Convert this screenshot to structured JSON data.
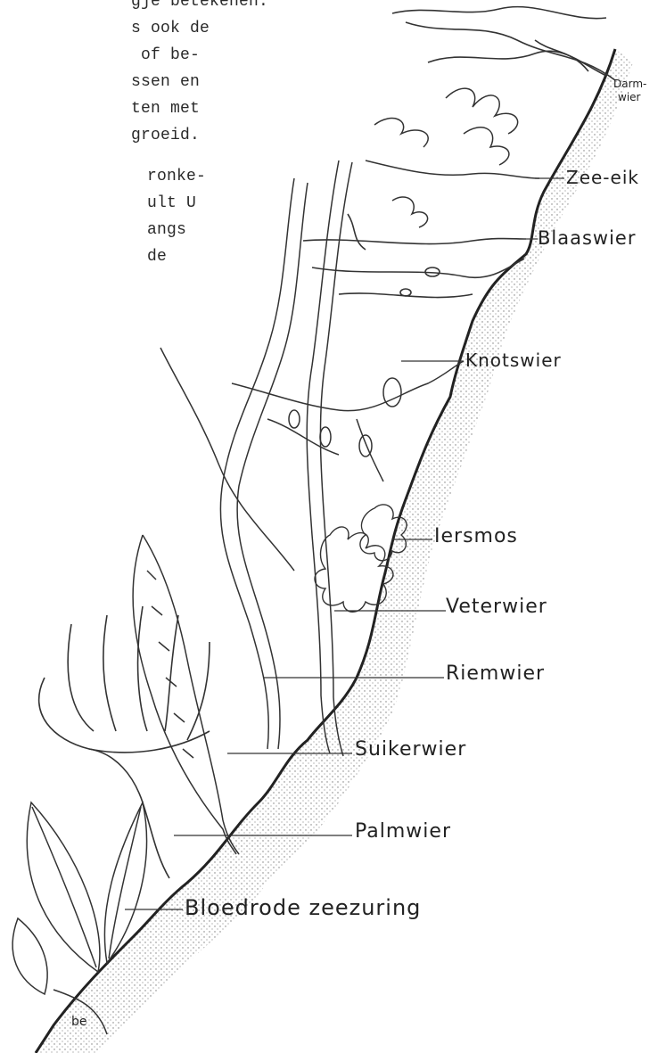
{
  "intro_text": {
    "lines": [
      "gje betekenen.",
      "s ook de",
      " of be-",
      "ssen en",
      "ten met",
      "groeid.",
      "ronke-",
      "ult U",
      "angs",
      "de"
    ]
  },
  "labels": {
    "darmwier_1": "Darm-",
    "darmwier_2": "wier",
    "zee_eik": "Zee-eik",
    "blaaswier": "Blaaswier",
    "knotswier": "Knotswier",
    "iersmos": "Iersmos",
    "veterwier": "Veterwier",
    "riemwier": "Riemwier",
    "suikerwier": "Suikerwier",
    "palmwier": "Palmwier",
    "bloedrode_zeezuring": "Bloedrode zeezuring",
    "corner_mark": "be"
  },
  "colors": {
    "ink": "#222222",
    "paper": "#ffffff",
    "stipple": "#7a7a7a"
  }
}
